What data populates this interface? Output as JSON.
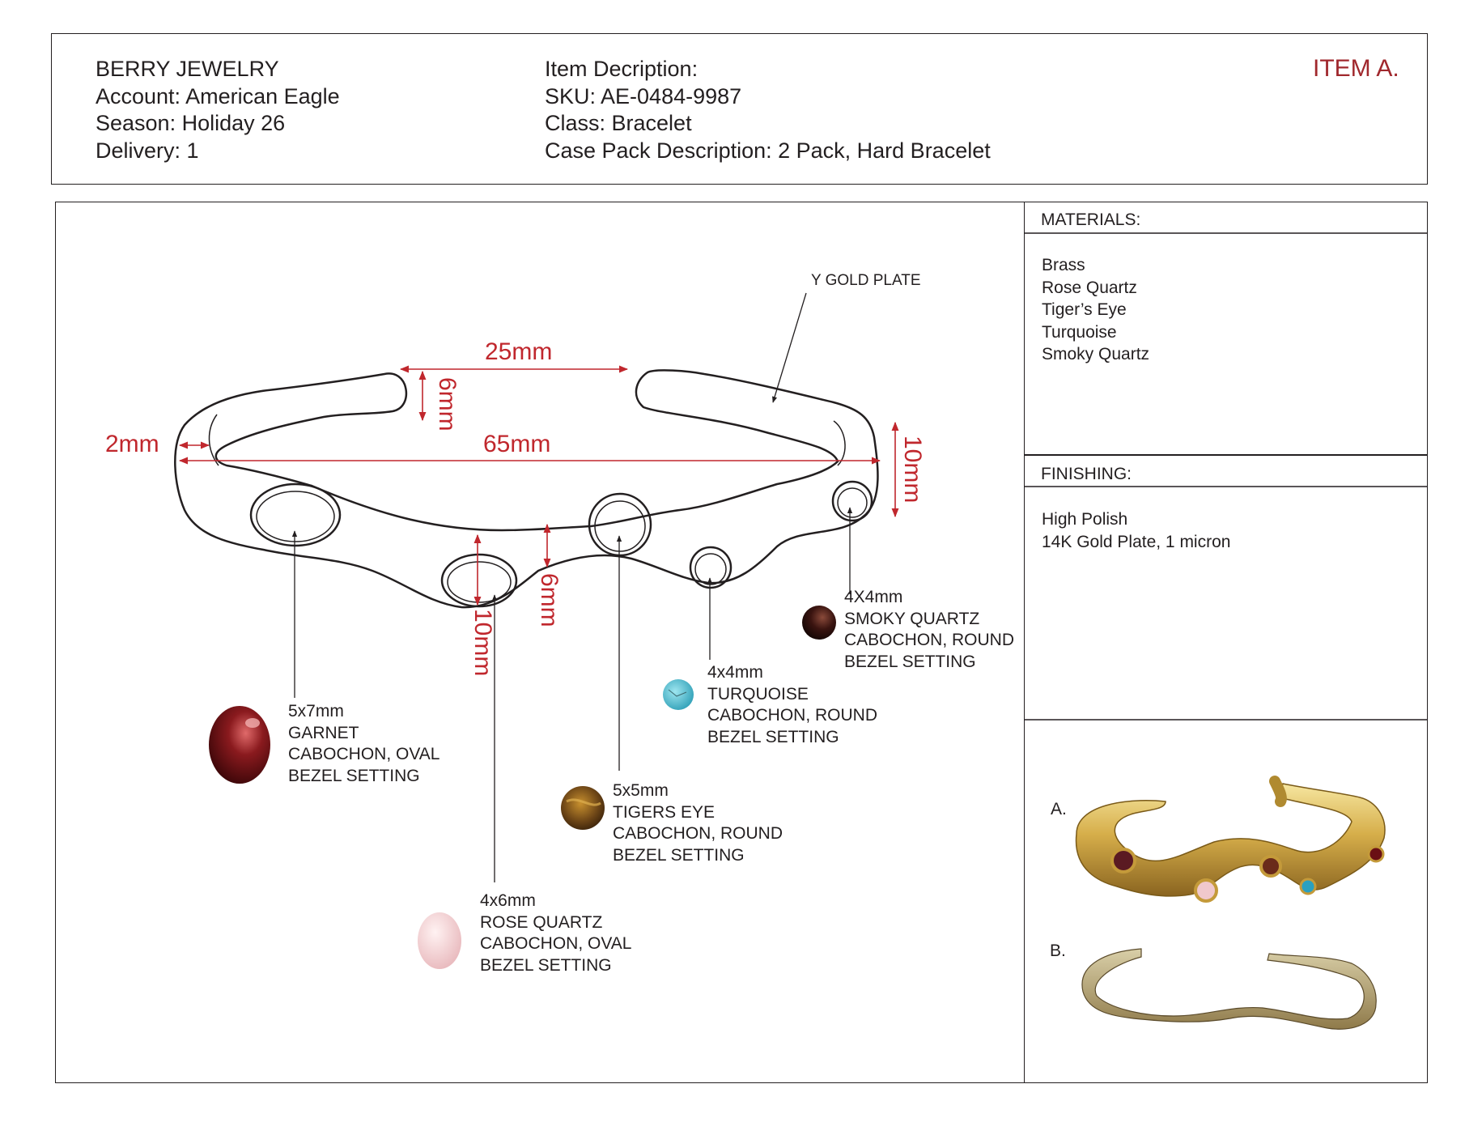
{
  "header": {
    "company": "BERRY JEWELRY",
    "account": "Account: American Eagle",
    "season": "Season: Holiday 26",
    "delivery": "Delivery: 1",
    "item_description": "Item Decription:",
    "sku": "SKU: AE-0484-9987",
    "class": "Class: Bracelet",
    "case_pack": "Case Pack Description: 2 Pack, Hard Bracelet",
    "item_tag": "ITEM A."
  },
  "materials": {
    "title": "MATERIALS:",
    "items": [
      "Brass",
      "Rose Quartz",
      "Tiger’s Eye",
      "Turquoise",
      "Smoky Quartz"
    ]
  },
  "finishing": {
    "title": "FINISHING:",
    "items": [
      "High Polish",
      "14K Gold Plate, 1 micron"
    ]
  },
  "photos": {
    "a_label": "A.",
    "b_label": "B."
  },
  "drawing": {
    "plating_note": "Y GOLD PLATE",
    "dimensions": {
      "opening": "25mm",
      "width": "65mm",
      "wall": "2mm",
      "end_height": "6mm",
      "right_height": "10mm",
      "stone_height": "10mm",
      "band_height": "6mm"
    },
    "stones": [
      {
        "lines": [
          "5x7mm",
          "GARNET",
          "CABOCHON, OVAL",
          "BEZEL SETTING"
        ],
        "color": "#7a1418"
      },
      {
        "lines": [
          "4x6mm",
          "ROSE QUARTZ",
          "CABOCHON, OVAL",
          "BEZEL SETTING"
        ],
        "color": "#f2d0d2"
      },
      {
        "lines": [
          "5x5mm",
          "TIGERS EYE",
          "CABOCHON, ROUND",
          "BEZEL SETTING"
        ],
        "color": "#6b4a1c"
      },
      {
        "lines": [
          "4x4mm",
          "TURQUOISE",
          "CABOCHON, ROUND",
          "BEZEL SETTING"
        ],
        "color": "#3fb8cc"
      },
      {
        "lines": [
          "4X4mm",
          "SMOKY QUARTZ",
          "CABOCHON, ROUND",
          "BEZEL SETTING"
        ],
        "color": "#2a1210"
      }
    ]
  }
}
